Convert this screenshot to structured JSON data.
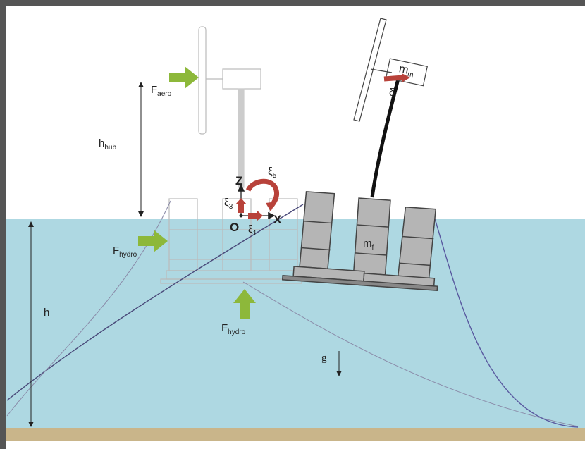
{
  "colors": {
    "water": "#aed8e2",
    "seabed": "#c9b58a",
    "arrow_green": "#8db83a",
    "arrow_red": "#b8423a",
    "platform_gray": "#b5b5b5",
    "frame": "#555555"
  },
  "labels": {
    "f_aero": {
      "main": "F",
      "sub": "aero"
    },
    "h_hub": {
      "main": "h",
      "sub": "hub"
    },
    "f_hydro_side": {
      "main": "F",
      "sub": "hydro"
    },
    "f_hydro_bottom": {
      "main": "F",
      "sub": "hydro"
    },
    "h": "h",
    "g": "g",
    "m_f": {
      "main": "m",
      "sub": "f"
    },
    "m_m": {
      "main": "m",
      "sub": "m"
    },
    "delta": "δ",
    "axis_z": "Z",
    "axis_x": "X",
    "origin": "O",
    "xi5": {
      "main": "ξ",
      "sub": "5"
    },
    "xi3": {
      "main": "ξ",
      "sub": "3"
    },
    "xi1": {
      "main": "ξ",
      "sub": "1"
    }
  }
}
